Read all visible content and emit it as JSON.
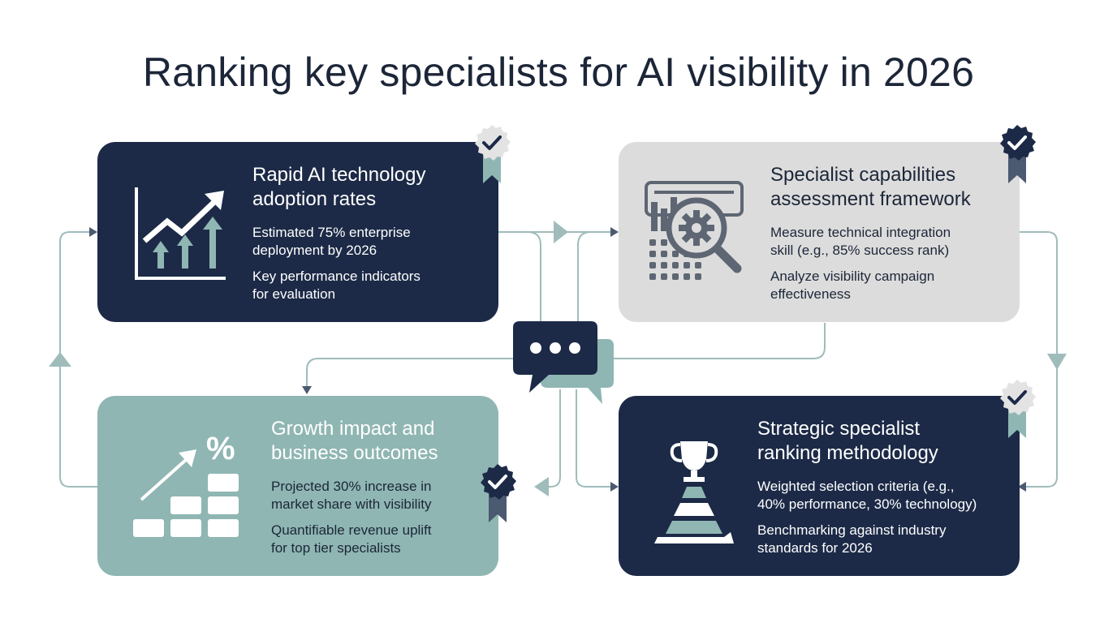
{
  "title": "Ranking key specialists for AI visibility in 2026",
  "cards": [
    {
      "heading": "Rapid AI technology\nadoption rates",
      "point1": "Estimated 75% enterprise\ndeployment by 2026",
      "point2": "Key performance indicators\nfor evaluation",
      "icon": "growth-chart-icon"
    },
    {
      "heading": "Specialist capabilities\nassessment framework",
      "point1": "Measure technical integration\nskill (e.g., 85% success rank)",
      "point2": "Analyze visibility campaign\neffectiveness",
      "icon": "magnifier-gear-icon"
    },
    {
      "heading": "Growth impact and\nbusiness outcomes",
      "point1": "Projected 30% increase in\nmarket share with visibility",
      "point2": "Quantifiable revenue uplift\nfor top tier specialists",
      "icon": "percent-growth-icon"
    },
    {
      "heading": "Strategic specialist\nranking methodology",
      "point1": "Weighted selection criteria (e.g.,\n40% performance, 30% technology)",
      "point2": "Benchmarking against industry\nstandards for 2026",
      "icon": "trophy-pyramid-icon"
    }
  ],
  "center_icon": "chat-bubbles-icon",
  "badge_icon": "check-badge-icon",
  "colors": {
    "navy": "#1c2a47",
    "teal": "#8fb6b3",
    "light_gray": "#dcdcdc",
    "connector": "#9fbcbb",
    "title": "#1c2638"
  }
}
